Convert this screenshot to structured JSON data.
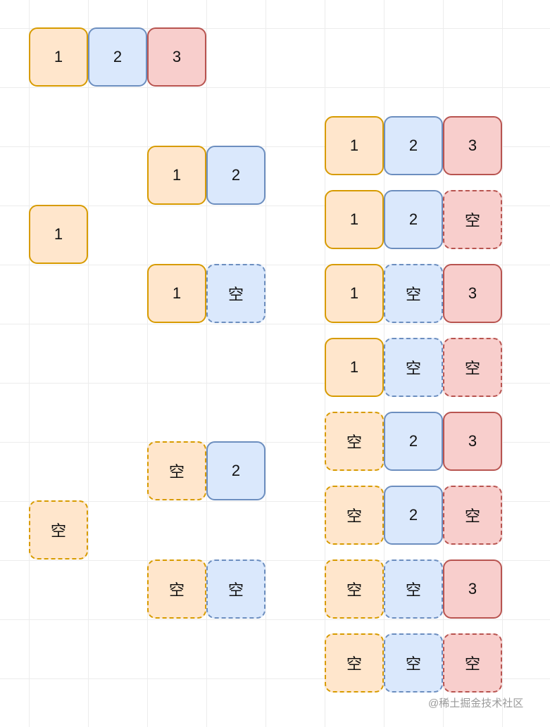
{
  "groups": [
    {
      "id": "full-sequence",
      "rows": [
        [
          {
            "label": "1",
            "color": "orange",
            "dashed": false
          },
          {
            "label": "2",
            "color": "blue",
            "dashed": false
          },
          {
            "label": "3",
            "color": "red",
            "dashed": false
          }
        ]
      ]
    },
    {
      "id": "level-1",
      "rows": [
        [
          {
            "label": "1",
            "color": "orange",
            "dashed": false
          }
        ],
        [
          {
            "label": "空",
            "color": "orange",
            "dashed": true
          }
        ]
      ]
    },
    {
      "id": "level-2",
      "rows": [
        [
          {
            "label": "1",
            "color": "orange",
            "dashed": false
          },
          {
            "label": "2",
            "color": "blue",
            "dashed": false
          }
        ],
        [
          {
            "label": "1",
            "color": "orange",
            "dashed": false
          },
          {
            "label": "空",
            "color": "blue",
            "dashed": true
          }
        ],
        [
          {
            "label": "空",
            "color": "orange",
            "dashed": true
          },
          {
            "label": "2",
            "color": "blue",
            "dashed": false
          }
        ],
        [
          {
            "label": "空",
            "color": "orange",
            "dashed": true
          },
          {
            "label": "空",
            "color": "blue",
            "dashed": true
          }
        ]
      ]
    },
    {
      "id": "level-3",
      "rows": [
        [
          {
            "label": "1",
            "color": "orange",
            "dashed": false
          },
          {
            "label": "2",
            "color": "blue",
            "dashed": false
          },
          {
            "label": "3",
            "color": "red",
            "dashed": false
          }
        ],
        [
          {
            "label": "1",
            "color": "orange",
            "dashed": false
          },
          {
            "label": "2",
            "color": "blue",
            "dashed": false
          },
          {
            "label": "空",
            "color": "red",
            "dashed": true
          }
        ],
        [
          {
            "label": "1",
            "color": "orange",
            "dashed": false
          },
          {
            "label": "空",
            "color": "blue",
            "dashed": true
          },
          {
            "label": "3",
            "color": "red",
            "dashed": false
          }
        ],
        [
          {
            "label": "1",
            "color": "orange",
            "dashed": false
          },
          {
            "label": "空",
            "color": "blue",
            "dashed": true
          },
          {
            "label": "空",
            "color": "red",
            "dashed": true
          }
        ],
        [
          {
            "label": "空",
            "color": "orange",
            "dashed": true
          },
          {
            "label": "2",
            "color": "blue",
            "dashed": false
          },
          {
            "label": "3",
            "color": "red",
            "dashed": false
          }
        ],
        [
          {
            "label": "空",
            "color": "orange",
            "dashed": true
          },
          {
            "label": "2",
            "color": "blue",
            "dashed": false
          },
          {
            "label": "空",
            "color": "red",
            "dashed": true
          }
        ],
        [
          {
            "label": "空",
            "color": "orange",
            "dashed": true
          },
          {
            "label": "空",
            "color": "blue",
            "dashed": true
          },
          {
            "label": "3",
            "color": "red",
            "dashed": false
          }
        ],
        [
          {
            "label": "空",
            "color": "orange",
            "dashed": true
          },
          {
            "label": "空",
            "color": "blue",
            "dashed": true
          },
          {
            "label": "空",
            "color": "red",
            "dashed": true
          }
        ]
      ]
    }
  ],
  "watermark": "@稀土掘金技术社区"
}
